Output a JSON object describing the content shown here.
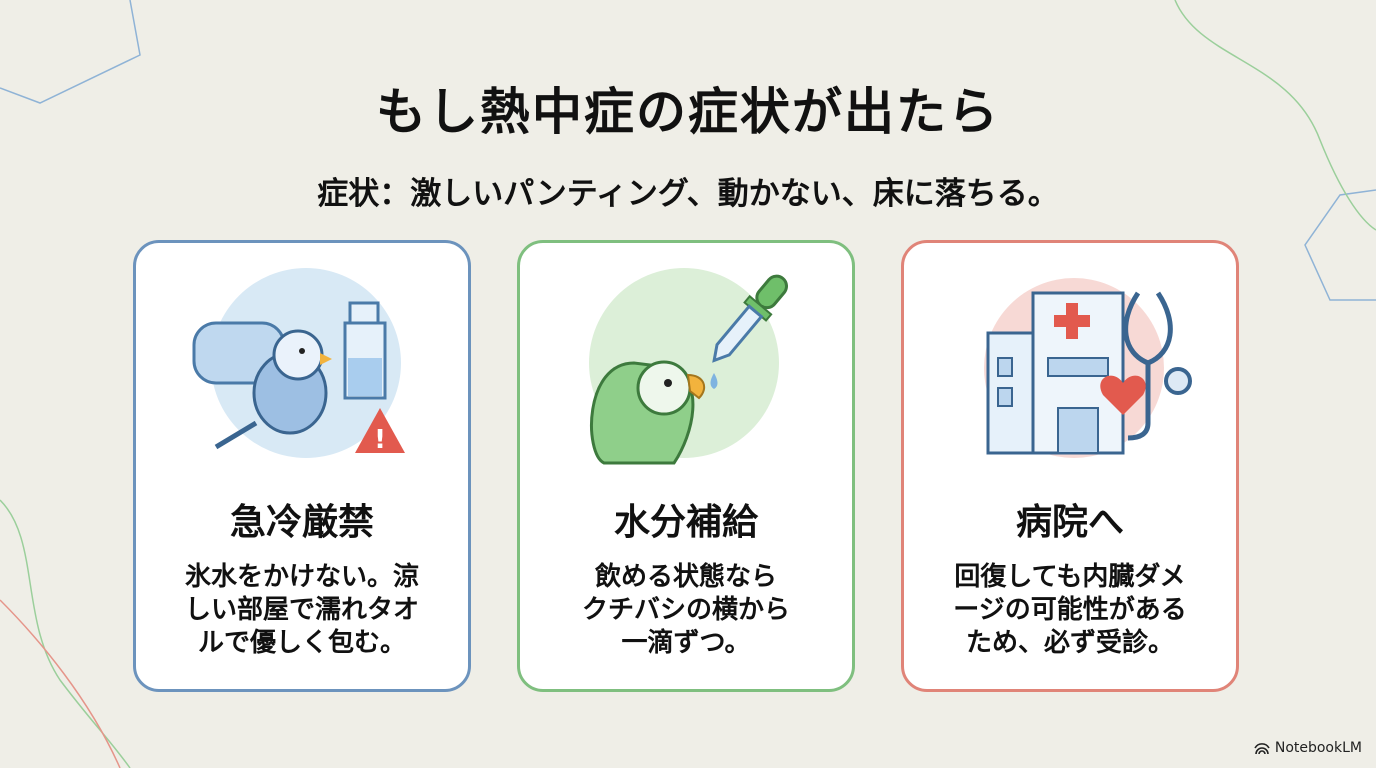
{
  "header": {
    "title": "もし熱中症の症状が出たら",
    "subtitle": "症状：激しいパンティング、動かない、床に落ちる。"
  },
  "cards": [
    {
      "title": "急冷厳禁",
      "lines": [
        "氷水をかけない。涼",
        "しい部屋で濡れタオ",
        "ルで優しく包む。"
      ],
      "color": "#6c93bd",
      "icon": "towel-bird-spray-warning-icon"
    },
    {
      "title": "水分補給",
      "lines": [
        "飲める状態なら",
        "クチバシの横から",
        "一滴ずつ。"
      ],
      "color": "#7fbf7f",
      "icon": "dropper-bird-icon"
    },
    {
      "title": "病院へ",
      "lines": [
        "回復しても内臓ダメ",
        "ージの可能性がある",
        "ため、必ず受診。"
      ],
      "color": "#e08478",
      "icon": "hospital-stethoscope-icon"
    }
  ],
  "brand": {
    "label": "NotebookLM"
  }
}
